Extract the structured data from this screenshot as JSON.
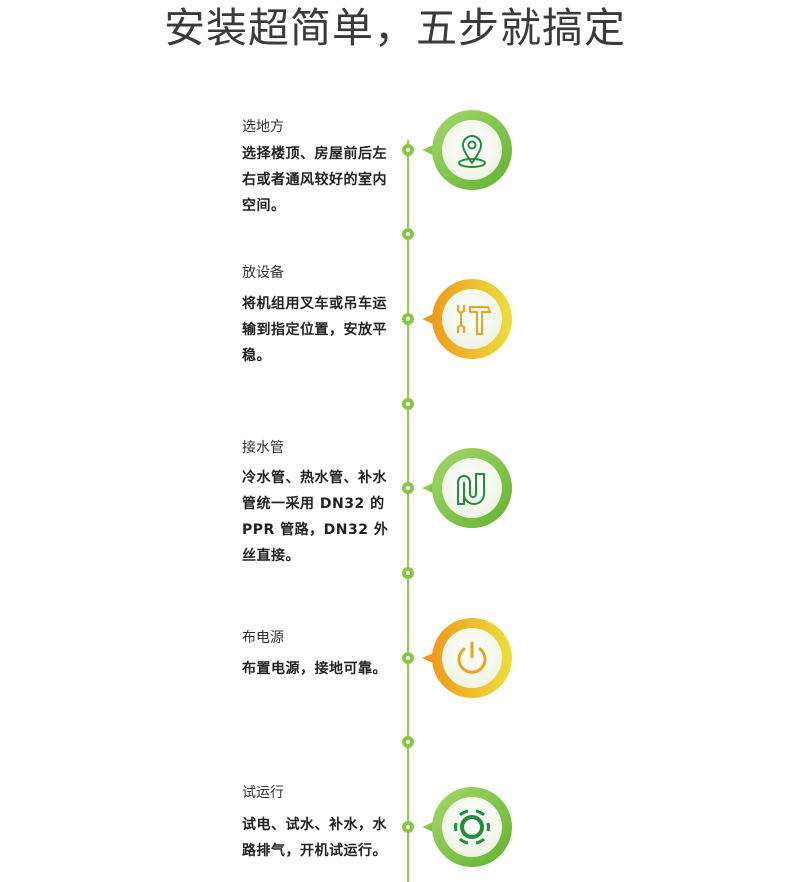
{
  "header": {
    "title": "安装超简单，五步就搞定"
  },
  "colors": {
    "green": "#7cc444",
    "green_dark": "#1f8f3a",
    "orange": "#f0a21e",
    "yellow": "#e8d93a",
    "line": "#8fce4e"
  },
  "steps": [
    {
      "title": "选地方",
      "desc": "选择楼顶、房屋前后左右或者通风较好的室内空间。",
      "icon": "location-pin-icon",
      "theme": "green"
    },
    {
      "title": "放设备",
      "desc": "将机组用叉车或吊车运输到指定位置，安放平稳。",
      "icon": "tools-icon",
      "theme": "orange"
    },
    {
      "title": "接水管",
      "desc": "冷水管、热水管、补水管统一采用 DN32 的 PPR 管路，DN32 外丝直接。",
      "icon": "pipe-icon",
      "theme": "green"
    },
    {
      "title": "布电源",
      "desc": "布置电源，接地可靠。",
      "icon": "power-icon",
      "theme": "orange"
    },
    {
      "title": "试运行",
      "desc": "试电、试水、补水，水路排气，开机试运行。",
      "icon": "run-icon",
      "theme": "green"
    }
  ]
}
